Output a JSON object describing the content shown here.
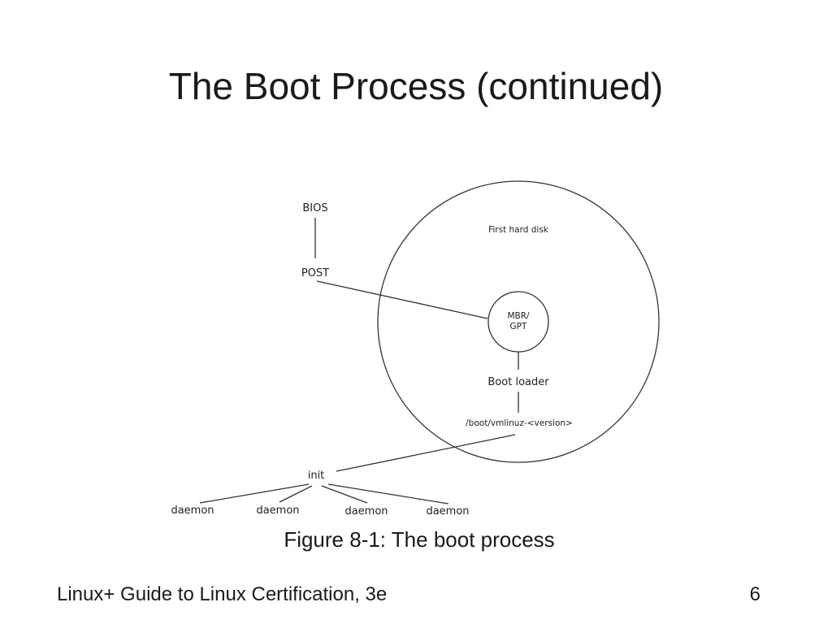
{
  "slide": {
    "title": "The Boot Process (continued)",
    "footer": "Linux+ Guide to Linux Certification, 3e",
    "page_number": "6"
  },
  "figure": {
    "caption": "Figure 8-1: The boot process",
    "nodes": {
      "bios": "BIOS",
      "post": "POST",
      "disk": "First hard disk",
      "mbr_line1": "MBR/",
      "mbr_line2": "GPT",
      "boot_loader": "Boot loader",
      "kernel": "/boot/vmlinuz-<version>",
      "init": "init",
      "daemons": [
        "daemon",
        "daemon",
        "daemon",
        "daemon"
      ]
    }
  }
}
